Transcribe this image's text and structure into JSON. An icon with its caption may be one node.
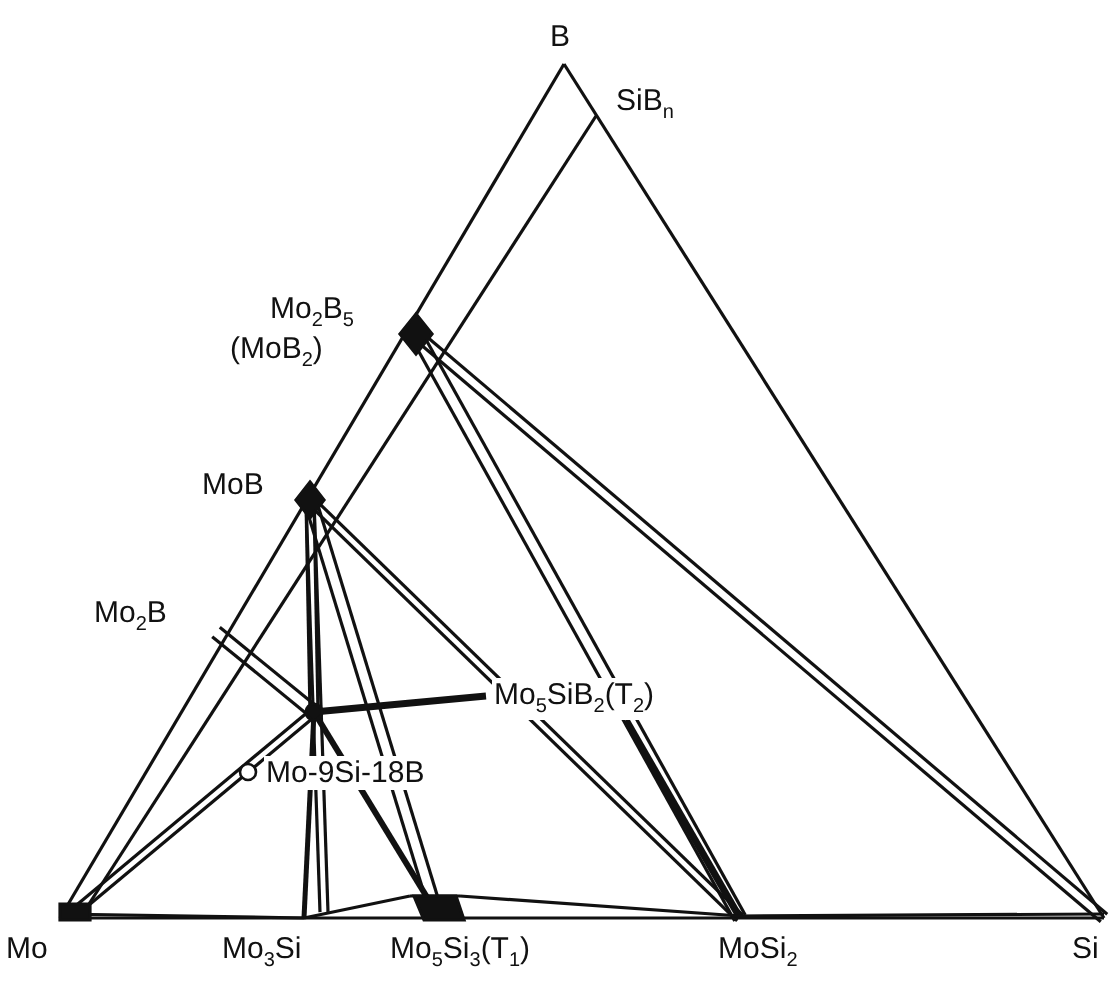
{
  "diagram": {
    "labels": [
      "B",
      "SiB$_{n}$",
      "Mo$_{2}$B$_{5}$",
      "(MoB$_{2}$)",
      "MoB",
      "Mo$_{2}$B",
      "Mo$_{5}$SiB$_{2}$(T$_{2}$)",
      "Mo-9Si-18B",
      "Mo",
      "Mo$_{3}$Si",
      "Mo$_{5}$Si$_{3}$(T$_{1}$)",
      "MoSi$_{2}$",
      "Si"
    ]
  }
}
